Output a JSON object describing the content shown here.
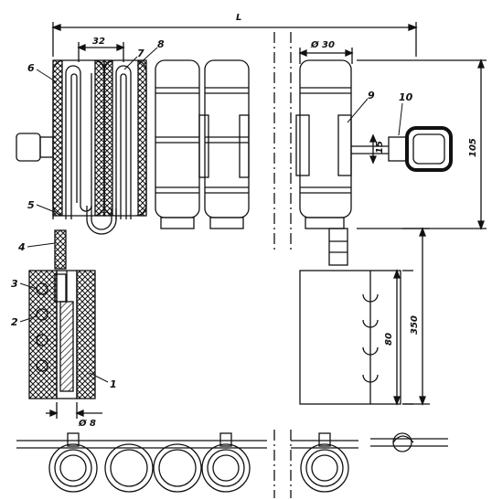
{
  "figure": {
    "dimensions": {
      "overall_length": "L",
      "pitch": "32",
      "diameter_top": "Ø 30",
      "gap": "15",
      "height_right": "105",
      "height_block": "80",
      "height_total": "350",
      "diameter_bottom": "Ø 8"
    },
    "callouts": [
      "1",
      "2",
      "3",
      "4",
      "5",
      "6",
      "7",
      "8",
      "9",
      "10"
    ]
  }
}
